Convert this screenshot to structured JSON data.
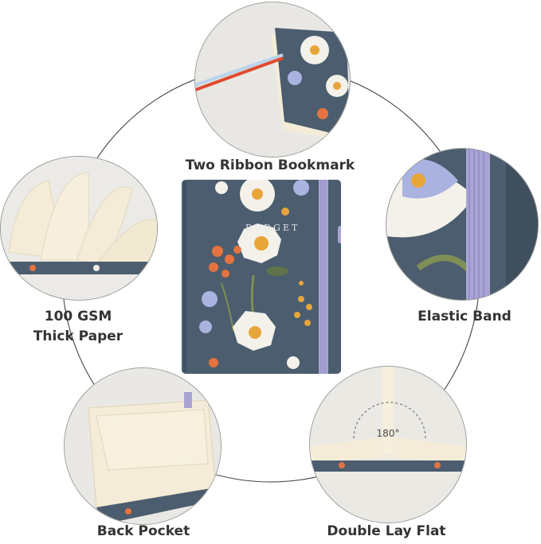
{
  "features": [
    {
      "key": "ribbon",
      "lines": [
        "Two Ribbon Bookmark"
      ]
    },
    {
      "key": "paper",
      "lines": [
        "100 GSM",
        "Thick Paper"
      ]
    },
    {
      "key": "elastic",
      "lines": [
        "Elastic Band"
      ]
    },
    {
      "key": "pocket",
      "lines": [
        "Back Pocket"
      ]
    },
    {
      "key": "layflat",
      "lines": [
        "Double Lay Flat"
      ]
    }
  ],
  "cover": {
    "text": "BUDGET"
  },
  "layflat_angle": "180°",
  "colors": {
    "cover": "#4b5d6e",
    "elastic": "#a9a4d4",
    "paper": "#f4ecd8",
    "ribbon_red": "#e04a2e",
    "ribbon_blue": "#b9d3ec",
    "flower_white": "#f3f1ea",
    "flower_orange": "#e6733f",
    "flower_yellow": "#e8a53a",
    "flower_lavender": "#aab3e0",
    "leaf": "#7f8f55"
  }
}
